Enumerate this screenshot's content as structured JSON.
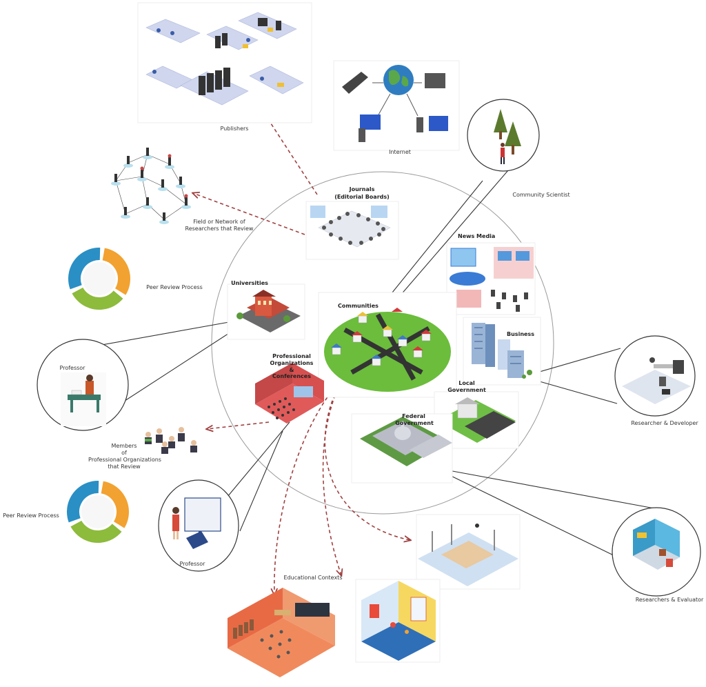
{
  "labels": {
    "publishers": "Publishers",
    "internet": "Internet",
    "journals_1": "Journals",
    "journals_2": "(Editorial Boards)",
    "field_network_1": "Field or Network of",
    "field_network_2": "Researchers that Review",
    "community_scientist": "Community Scientist",
    "news_media": "News Media",
    "peer_review_top": "Peer Review Process",
    "universities": "Universities",
    "communities": "Communities",
    "business": "Business",
    "professor_top": "Professor",
    "prof_org_1": "Professional",
    "prof_org_2": "Organizations",
    "prof_org_3": "&",
    "prof_org_4": "Conferences",
    "local_gov_1": "Local",
    "local_gov_2": "Government",
    "researcher_developer": "Researcher & Developer",
    "federal_gov_1": "Federal",
    "federal_gov_2": "Government",
    "members_1": "Members",
    "members_2": "of",
    "members_3": "Professional Organizations",
    "members_4": "that Review",
    "peer_review_bottom": "Peer Review Process",
    "professor_bottom": "Professor",
    "educational_contexts": "Educational Contexts",
    "researchers_evaluator": "Researchers & Evaluator"
  },
  "colors": {
    "dashed_arrow": "#a04040",
    "solid_line": "#333333",
    "circle": "#999999",
    "cycle_blue": "#2a8fc4",
    "cycle_orange": "#f2a230",
    "cycle_green": "#8dbb3c"
  },
  "icons": {
    "publishers": "office-workstations-isometric",
    "internet": "globe-network-computers",
    "journals": "editorial-board-meeting",
    "network": "people-network",
    "community_scientist": "person-with-trees",
    "news_media": "tv-studio",
    "universities": "university-building",
    "communities": "town-map",
    "business": "office-towers",
    "researcher_developer": "developer-desk",
    "professor": "teacher-at-desk",
    "prof_org": "conference-hall",
    "local_gov": "city-hall",
    "federal_gov": "capitol-building",
    "members": "group-of-people",
    "peer_review": "cycle-arrows",
    "presenter": "presenter-at-board",
    "skatepark": "skate-park",
    "classroom": "classroom",
    "playroom": "kids-playroom",
    "evaluator": "evaluator-office"
  }
}
